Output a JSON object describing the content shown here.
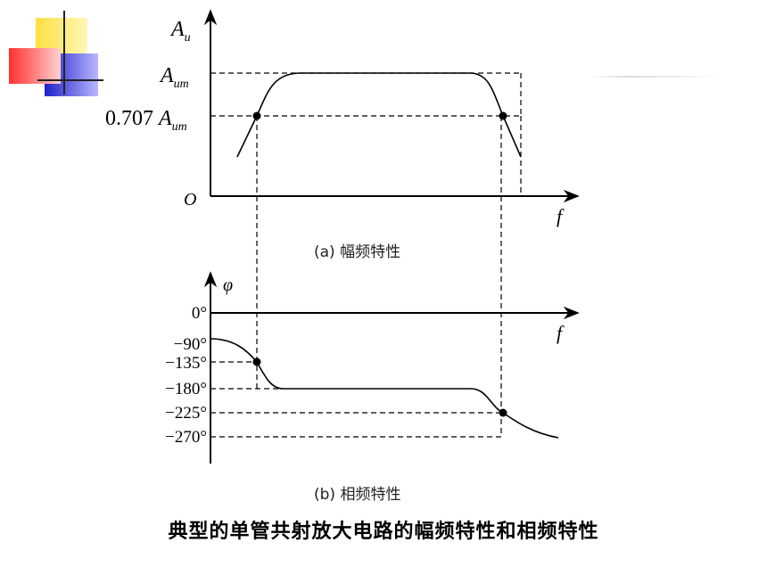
{
  "colors": {
    "deco_yellow": "#ffd21f",
    "deco_red": "#ee2222",
    "deco_blue": "#2a2ad0",
    "line": "#000000"
  },
  "amplitude": {
    "y_axis_label": "A",
    "y_axis_sub": "u",
    "aum_label": "A",
    "aum_sub": "um",
    "half_power_prefix": "0.707 ",
    "half_power_label": "A",
    "half_power_sub": "um",
    "origin_label": "O",
    "x_axis_label": "f",
    "subcaption": "(a) 幅频特性"
  },
  "phase": {
    "y_axis_label": "φ",
    "x_axis_label": "f",
    "ticks": [
      "0°",
      "−90°",
      "−135°",
      "−180°",
      "−225°",
      "−270°"
    ],
    "subcaption": "(b) 相频特性"
  },
  "caption": "典型的单管共射放大电路的幅频特性和相频特性"
}
